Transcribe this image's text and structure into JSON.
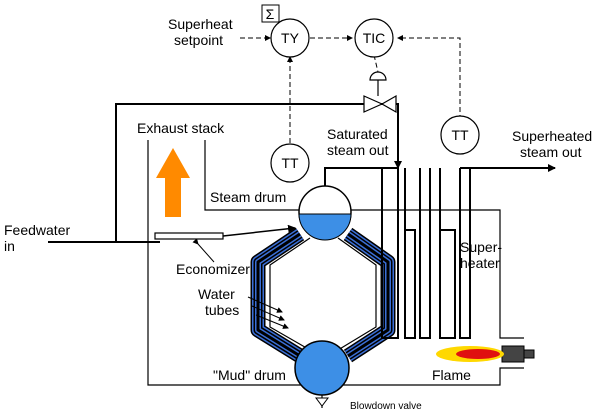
{
  "labels": {
    "superheat_setpoint_1": "Superheat",
    "superheat_setpoint_2": "setpoint",
    "exhaust_stack": "Exhaust stack",
    "saturated_steam_1": "Saturated",
    "saturated_steam_2": "steam out",
    "superheated_steam_1": "Superheated",
    "superheated_steam_2": "steam out",
    "feedwater_1": "Feedwater",
    "feedwater_2": "in",
    "steam_drum": "Steam drum",
    "economizer": "Economizer",
    "water_tubes_1": "Water",
    "water_tubes_2": "tubes",
    "superheater_1": "Super-",
    "superheater_2": "heater",
    "mud_drum": "\"Mud\" drum",
    "flame": "Flame",
    "blowdown_valve": "Blowdown valve"
  },
  "instruments": {
    "ty": "TY",
    "tic": "TIC",
    "tt_left": "TT",
    "tt_right": "TT",
    "summer_symbol": "Σ"
  },
  "colors": {
    "water": "#3d8fe6",
    "tubes": "#3b6fd6",
    "exhaust_arrow": "#ff8a00",
    "flame_outer": "#ffd800",
    "flame_inner": "#e01010",
    "burner": "#444444"
  }
}
